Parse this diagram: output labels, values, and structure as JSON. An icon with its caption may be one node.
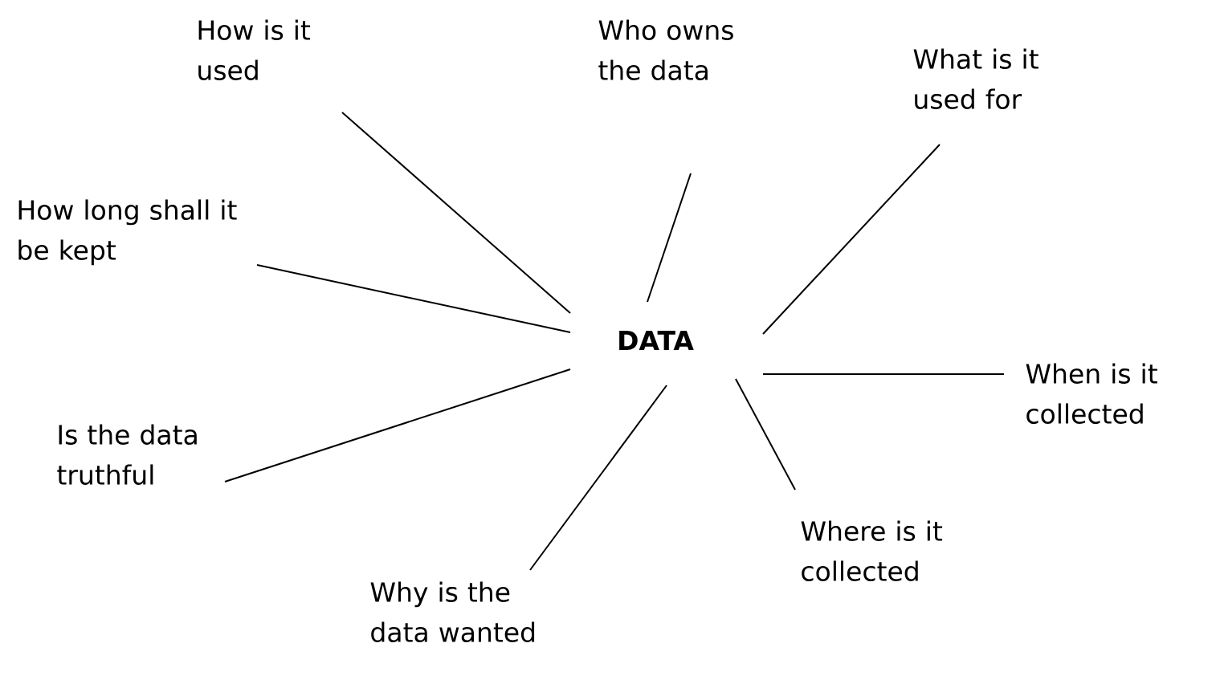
{
  "diagram": {
    "nodes": [
      {
        "text": [
          "DATA"
        ]
      },
      {
        "text": [
          "How is it used"
        ]
      },
      {
        "text": [
          "Who owns the data"
        ]
      },
      {
        "text": [
          "What is it used for"
        ]
      },
      {
        "text": [
          "How long shall it be kept"
        ]
      },
      {
        "text": [
          "When is it collected"
        ]
      },
      {
        "text": [
          "Is the data truthful"
        ]
      },
      {
        "text": [
          "Where is it collected"
        ]
      },
      {
        "text": [
          "Why is the data wanted"
        ]
      }
    ],
    "edges": [
      {
        "from": 0,
        "to": 1,
        "arrow": "none"
      },
      {
        "from": 0,
        "to": 2,
        "arrow": "none"
      },
      {
        "from": 0,
        "to": 3,
        "arrow": "none"
      },
      {
        "from": 0,
        "to": 4,
        "arrow": "none"
      },
      {
        "from": 0,
        "to": 5,
        "arrow": "none"
      },
      {
        "from": 0,
        "to": 6,
        "arrow": "none"
      },
      {
        "from": 0,
        "to": 7,
        "arrow": "none"
      },
      {
        "from": 0,
        "to": 8,
        "arrow": "none"
      }
    ]
  }
}
